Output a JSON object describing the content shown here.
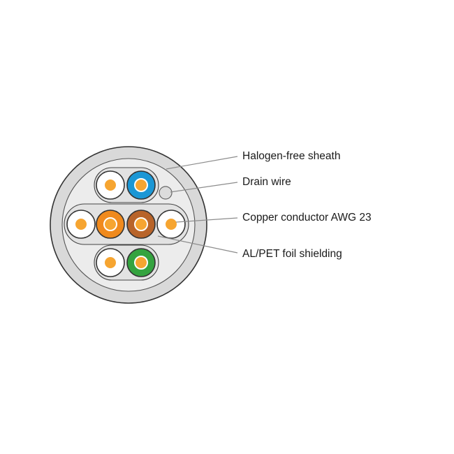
{
  "diagram": {
    "labels": {
      "sheath": "Halogen-free sheath",
      "drain": "Drain wire",
      "conductor": "Copper conductor AWG 23",
      "foil": "AL/PET foil shielding"
    },
    "colors": {
      "sheath": "#d9d9d9",
      "foil": "#e2e2e2",
      "white_insulation": "#ffffff",
      "copper": "#f6a531",
      "blue": "#1b97d5",
      "orange": "#f08a1d",
      "brown": "#b8642a",
      "green": "#34a33f",
      "drain_wire": "#dcdcdc",
      "leader": "#8c8c8c"
    },
    "pairs": [
      {
        "name": "blue-pair",
        "wires": [
          "white",
          "blue"
        ]
      },
      {
        "name": "orange-pair",
        "wires": [
          "white",
          "orange"
        ]
      },
      {
        "name": "brown-pair",
        "wires": [
          "brown",
          "white"
        ]
      },
      {
        "name": "green-pair",
        "wires": [
          "white",
          "green"
        ]
      }
    ]
  }
}
